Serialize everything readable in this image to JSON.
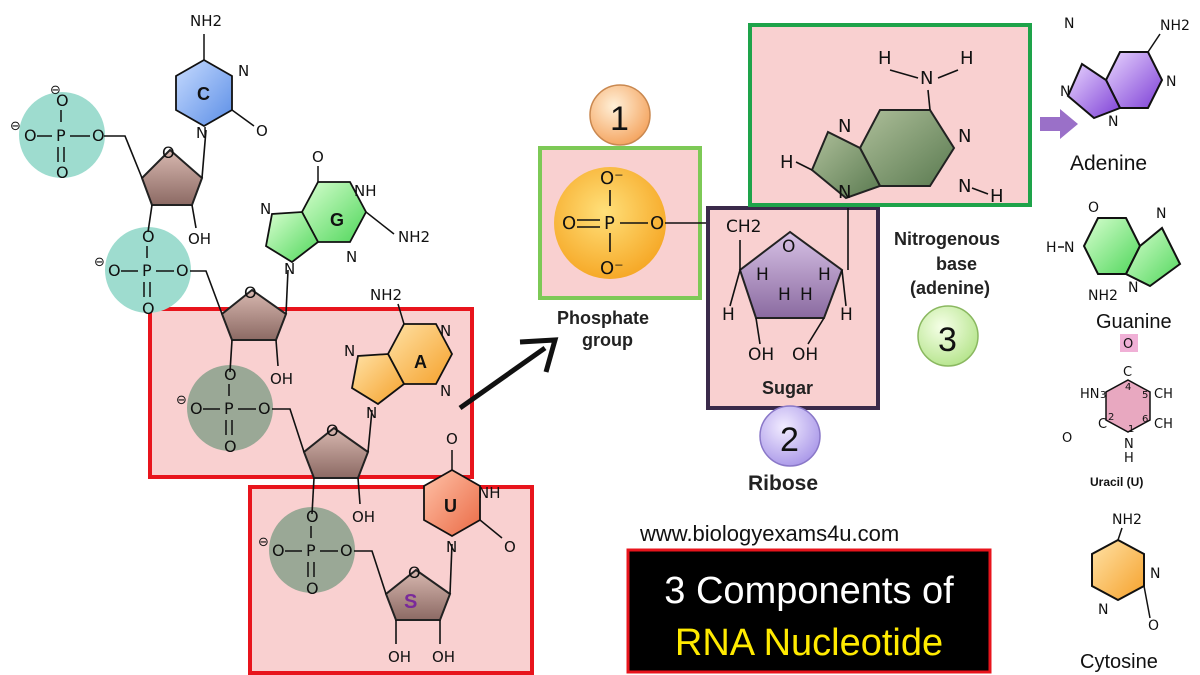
{
  "source": {
    "website": "www.biologyexams4u.com"
  },
  "title": {
    "line1": "3 Components of",
    "line2": "RNA Nucleotide"
  },
  "colors": {
    "highlight_box": "#e8141c",
    "pink_fill": "#f9d0d0",
    "phosphate_green_box": "#7dc956",
    "sugar_box": "#3a2a4a",
    "base_box": "#1ea34a",
    "title_bg": "#000000",
    "title_line1": "#ffffff",
    "title_line2": "#ffea00"
  },
  "strand": {
    "bases": [
      "C",
      "G",
      "A",
      "U"
    ],
    "sugar_label": "S",
    "atoms": {
      "nh2": "NH2",
      "o": "O",
      "oh": "OH",
      "p": "P",
      "n": "N",
      "nh": "NH",
      "minus": "⊖"
    }
  },
  "components": {
    "phosphate": {
      "number": "1",
      "label_line1": "Phosphate",
      "label_line2": "group",
      "atoms": {
        "p": "P",
        "o": "O",
        "ominus": "O⁻"
      }
    },
    "sugar": {
      "number": "2",
      "label": "Sugar",
      "name": "Ribose",
      "atoms": {
        "ch2": "CH2",
        "h": "H",
        "o": "O",
        "oh": "OH"
      }
    },
    "base": {
      "number": "3",
      "label_line1": "Nitrogenous",
      "label_line2": "base",
      "label_line3": "(adenine)",
      "atoms": {
        "h": "H",
        "n": "N"
      }
    }
  },
  "bases_legend": [
    {
      "name": "Adenine"
    },
    {
      "name": "Guanine"
    },
    {
      "name": "Uracil (U)"
    },
    {
      "name": "Cytosine"
    }
  ],
  "uracil_numbers": [
    "1",
    "2",
    "3",
    "4",
    "5",
    "6"
  ],
  "uracil_atoms": {
    "o": "O",
    "c": "C",
    "hn": "HN",
    "n": "N",
    "h": "H",
    "ch": "CH"
  },
  "arrows": {
    "main": "pointer-arrow",
    "legend": "purple-arrow"
  }
}
